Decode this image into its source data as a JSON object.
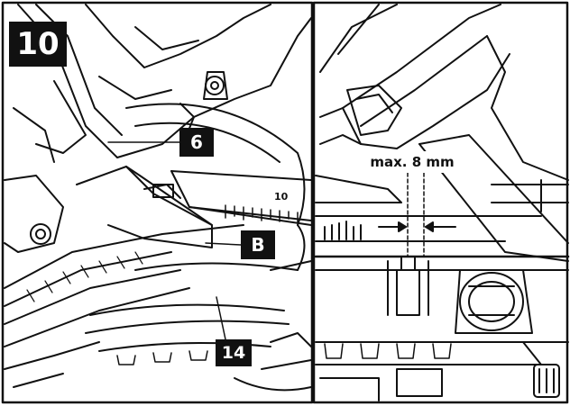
{
  "figure": {
    "step_number": "10",
    "callouts": {
      "guard": "6",
      "arm": "B",
      "table": "14"
    },
    "measurement": "max. 8 mm",
    "scale_marking": "10"
  }
}
